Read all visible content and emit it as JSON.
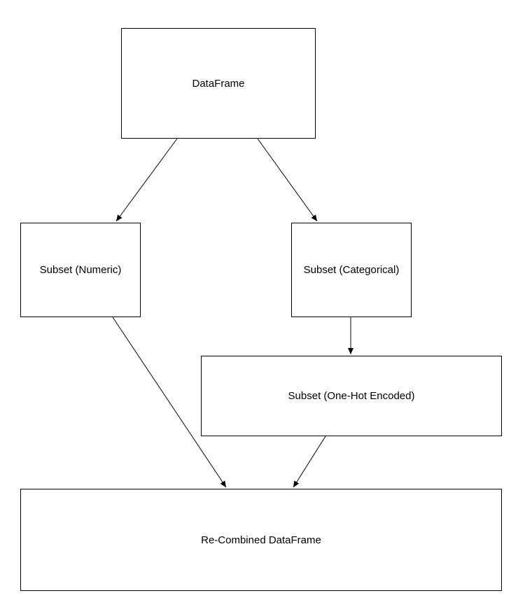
{
  "diagram": {
    "nodes": {
      "dataframe": "DataFrame",
      "numeric": "Subset (Numeric)",
      "categorical": "Subset (Categorical)",
      "onehot": "Subset (One-Hot Encoded)",
      "recombined": "Re-Combined DataFrame"
    },
    "edges": [
      {
        "from": "dataframe",
        "to": "numeric"
      },
      {
        "from": "dataframe",
        "to": "categorical"
      },
      {
        "from": "categorical",
        "to": "onehot"
      },
      {
        "from": "numeric",
        "to": "recombined"
      },
      {
        "from": "onehot",
        "to": "recombined"
      }
    ],
    "colors": {
      "stroke": "#000000",
      "fill": "#ffffff",
      "text": "#000000"
    }
  }
}
